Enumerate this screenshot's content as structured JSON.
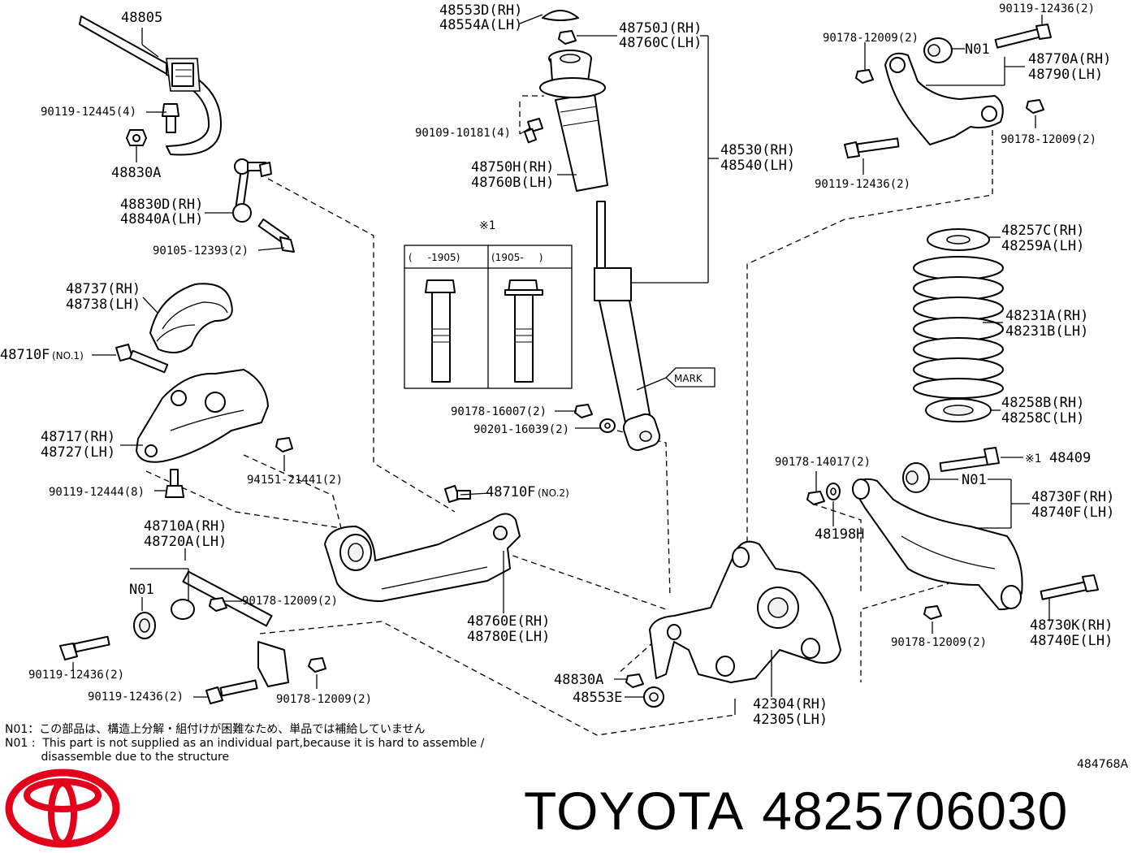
{
  "labels": {
    "p48805": "48805",
    "p48553d": "48553D(RH)",
    "p48554a": "48554A(LH)",
    "p48750j": "48750J(RH)",
    "p48760c": "48760C(LH)",
    "p90119_12436_top": "90119-12436(2)",
    "p90178_12009_a": "90178-12009(2)",
    "n01_a": "N01",
    "p48770a": "48770A(RH)",
    "p48790": "48790(LH)",
    "p90119_12445": "90119-12445(4)",
    "p90109_10181": "90109-10181(4)",
    "p90178_12009_b": "90178-12009(2)",
    "p48830a_top": "48830A",
    "p48750h": "48750H(RH)",
    "p48760b": "48760B(LH)",
    "p48530": "48530(RH)",
    "p48540": "48540(LH)",
    "p90119_12436_b": "90119-12436(2)",
    "p48830d": "48830D(RH)",
    "p48840a": "48840A(LH)",
    "note_mark_1": "※1",
    "p48257c": "48257C(RH)",
    "p48259a": "48259A(LH)",
    "p90105_12393": "90105-12393(2)",
    "table_head_left": "(     -1905)",
    "table_head_right": "(1905-     )",
    "p48737": "48737(RH)",
    "p48738": "48738(LH)",
    "p48231a": "48231A(RH)",
    "p48231b": "48231B(LH)",
    "p48710f_1": "48710F",
    "p48710f_1_no": "(NO.1)",
    "mark": "MARK",
    "p48717": "48717(RH)",
    "p48727": "48727(LH)",
    "p90178_16007": "90178-16007(2)",
    "p90201_16039": "90201-16039(2)",
    "p48258b": "48258B(RH)",
    "p48258c": "48258C(LH)",
    "p94151_21441": "94151-21441(2)",
    "p90178_14017": "90178-14017(2)",
    "note_mark_2": "※1",
    "p48409": "48409",
    "p90119_12444": "90119-12444(8)",
    "p48710f_2": "48710F",
    "p48710f_2_no": "(NO.2)",
    "n01_b": "N01",
    "p48730f": "48730F(RH)",
    "p48740f": "48740F(LH)",
    "p48710a": "48710A(RH)",
    "p48720a": "48720A(LH)",
    "p48198h": "48198H",
    "n01_c": "N01",
    "p90178_12009_c": "90178-12009(2)",
    "p48760e": "48760E(RH)",
    "p48780e": "48780E(LH)",
    "p48730k": "48730K(RH)",
    "p48740e": "48740E(LH)",
    "p90178_12009_d": "90178-12009(2)",
    "p90119_12436_c": "90119-12436(2)",
    "p48830a_bot": "48830A",
    "p48553e": "48553E",
    "p90119_12436_d": "90119-12436(2)",
    "p90178_12009_e": "90178-12009(2)",
    "p42304": "42304(RH)",
    "p42305": "42305(LH)"
  },
  "notes": {
    "jp": "N01：この部品は、構造上分解・組付けが困難なため、単品では補給していません",
    "en_1": "N01 :  This part is not supplied as an individual part,because it is hard to assemble /",
    "en_2": "          disassemble due to the structure"
  },
  "figure_number": "484768A",
  "brand": {
    "name": "TOYOTA",
    "part_number": "4825706030",
    "logo_color": "#e3001b"
  }
}
